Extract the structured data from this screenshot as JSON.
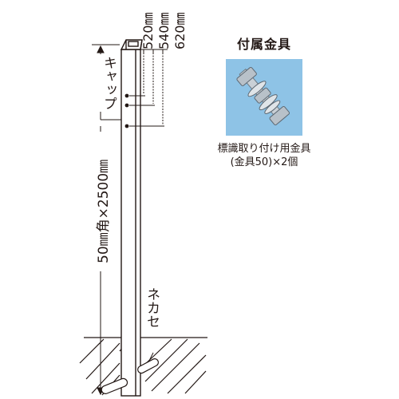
{
  "dimensions": {
    "cap_label": "キャップ",
    "length_label": "50㎜角×2500㎜",
    "d520": "520㎜",
    "d540": "540㎜",
    "d620": "620㎜"
  },
  "anchor_label": "ネカセ",
  "accessory": {
    "title": "付属金具",
    "photo_icon": "bolt-nut-washer-icon",
    "caption_line1": "標識取り付け用金具",
    "caption_line2": "(金具50)×2個"
  },
  "colors": {
    "line": "#231815",
    "photo_bg": "#8ec3e6",
    "metal": "#c9d0d6"
  }
}
